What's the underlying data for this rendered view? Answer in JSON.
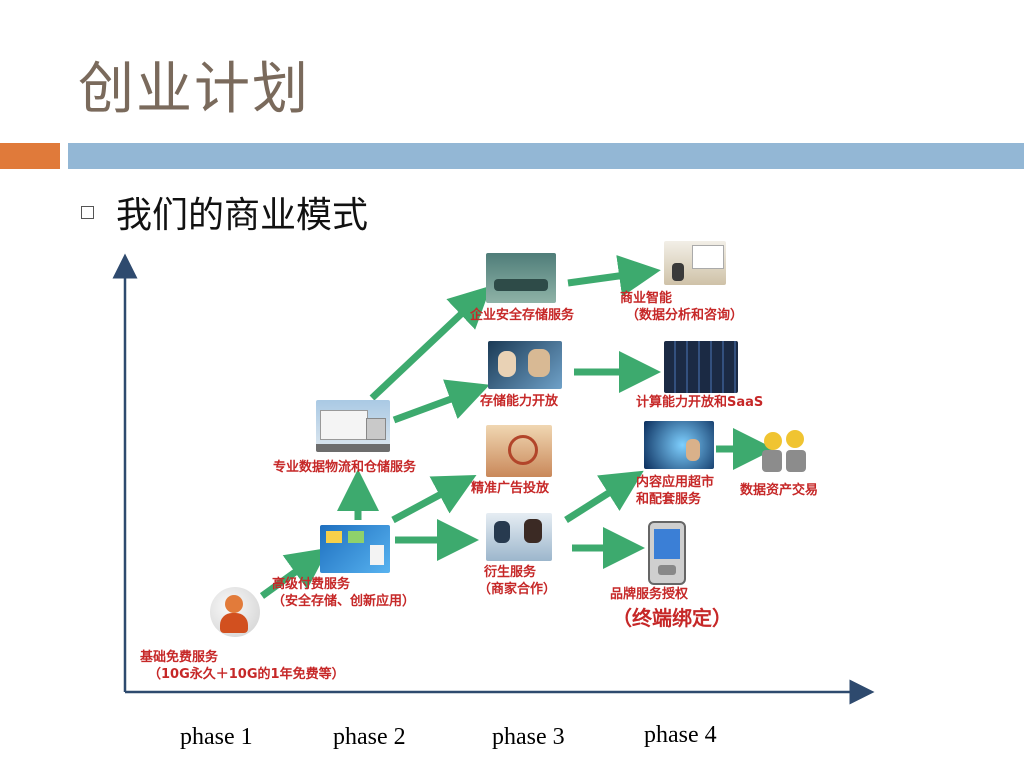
{
  "slide": {
    "title": "创业计划",
    "bullet": "我们的商业模式"
  },
  "nodes": {
    "basic": {
      "line1": "基础免费服务",
      "line2": "（10G永久＋10G的1年免费等）"
    },
    "advanced": {
      "line1": "高级付费服务",
      "line2": "（安全存储、创新应用）"
    },
    "logistics": {
      "line1": "专业数据物流和仓储服务"
    },
    "enterprise": {
      "line1": "企业安全存储服务"
    },
    "storage_open": {
      "line1": "存储能力开放"
    },
    "ads": {
      "line1": "精准广告投放"
    },
    "derivative": {
      "line1": "衍生服务",
      "line2": "（商家合作）"
    },
    "bi": {
      "line1": "商业智能",
      "line2": "（数据分析和咨询）"
    },
    "compute": {
      "line1": "计算能力开放和SaaS"
    },
    "content": {
      "line1": "内容应用超市",
      "line2": "和配套服务"
    },
    "data_trade": {
      "line1": "数据资产交易"
    },
    "brand": {
      "line1": "品牌服务授权",
      "line2": "（终端绑定）"
    }
  },
  "phases": [
    "phase 1",
    "phase 2",
    "phase 3",
    "phase 4"
  ],
  "colors": {
    "title": "#7a6a5c",
    "bar_orange": "#e07a3a",
    "bar_blue": "#93b7d5",
    "arrow": "#3daa6e",
    "axis": "#2e4a6e",
    "label": "#c62828"
  }
}
